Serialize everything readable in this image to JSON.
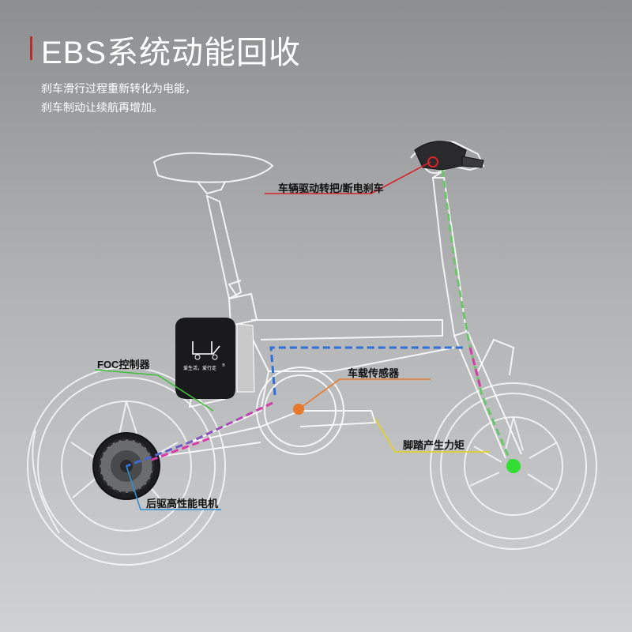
{
  "header": {
    "title": "EBS系统动能回收",
    "description_lines": [
      "刹车滑行过程重新转化为电能，",
      "刹车制动让续航再增加。"
    ]
  },
  "controller_box": {
    "logo_texts": [
      "爱生活，爱行走",
      "®"
    ]
  },
  "callouts": [
    {
      "id": "brake",
      "label": "车辆驱动转把/断电刹车",
      "color": "#d8232a"
    },
    {
      "id": "foc",
      "label": "FOC控制器",
      "color": "#3fbf3a"
    },
    {
      "id": "sensor",
      "label": "车载传感器",
      "color": "#e8782a"
    },
    {
      "id": "pedal",
      "label": "脚踏产生力矩",
      "color": "#e6d21a"
    },
    {
      "id": "motor",
      "label": "后驱高性能电机",
      "color": "#2f8fd6"
    }
  ],
  "colors": {
    "background_top": "#8d8e90",
    "background_bottom": "#d0d1d2",
    "outline": "#ffffff",
    "flow_blue": "#2f6fd6",
    "flow_magenta": "#d93aa8",
    "flow_green": "#6bc56a",
    "sensor_dot": "#e8782a",
    "front_hub_dot": "#33dd33"
  }
}
